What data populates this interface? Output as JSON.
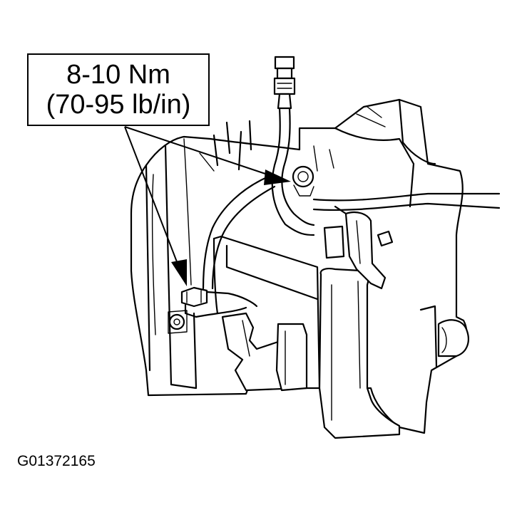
{
  "callout": {
    "torque_metric": "8-10 Nm",
    "torque_imperial": "(70-95 lb/in)"
  },
  "figure_id": "G01372165",
  "colors": {
    "ink": "#000000",
    "paper": "#ffffff"
  }
}
